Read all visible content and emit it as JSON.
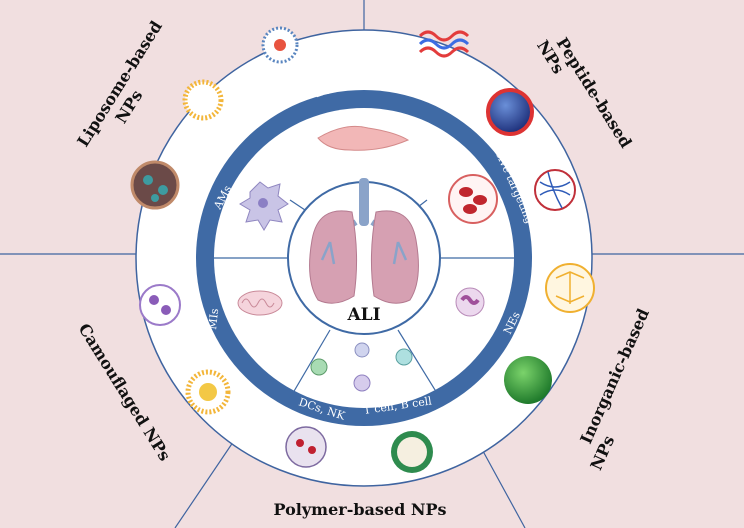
{
  "diagram": {
    "center": "ALI",
    "ring_labels": {
      "ecs": "ECs",
      "passive": "passive targeting",
      "ams": "AMs",
      "mis": "MIs",
      "nes": "NEs",
      "dcs": "DCs, NK",
      "tb": "T cell, B cell"
    },
    "categories": {
      "liposome": [
        "Liposome-based",
        "NPs"
      ],
      "peptide": [
        "Peptide-based",
        "NPs"
      ],
      "camouflaged": "Camouflaged  NPs",
      "inorganic": [
        "Inorganic-based",
        "NPs"
      ],
      "polymer": "Polymer-based NPs"
    },
    "colors": {
      "background": "#f1dfe0",
      "ring": "#3f6aa5",
      "outline": "#3f64a0",
      "lung": "#d6a0b2"
    }
  }
}
